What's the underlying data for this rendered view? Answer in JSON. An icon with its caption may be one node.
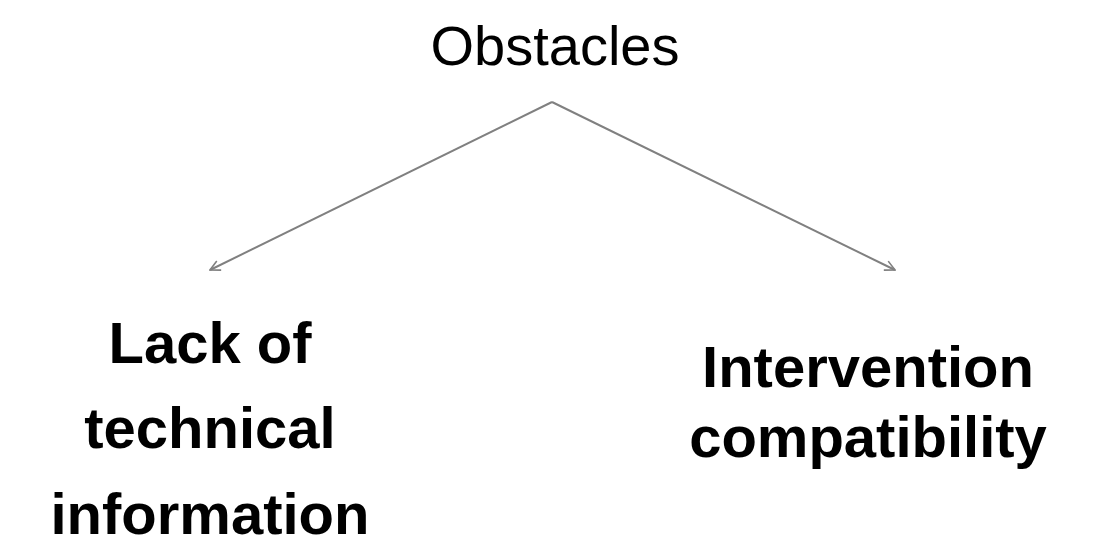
{
  "diagram": {
    "nodes": [
      {
        "text": [
          "Obstacles"
        ]
      },
      {
        "text": [
          "Lack of technical information"
        ]
      },
      {
        "text": [
          "Intervention compatibility"
        ]
      }
    ],
    "edges": [
      {
        "from": 0,
        "to": 1,
        "arrow": "to"
      },
      {
        "from": 0,
        "to": 2,
        "arrow": "to"
      }
    ]
  }
}
